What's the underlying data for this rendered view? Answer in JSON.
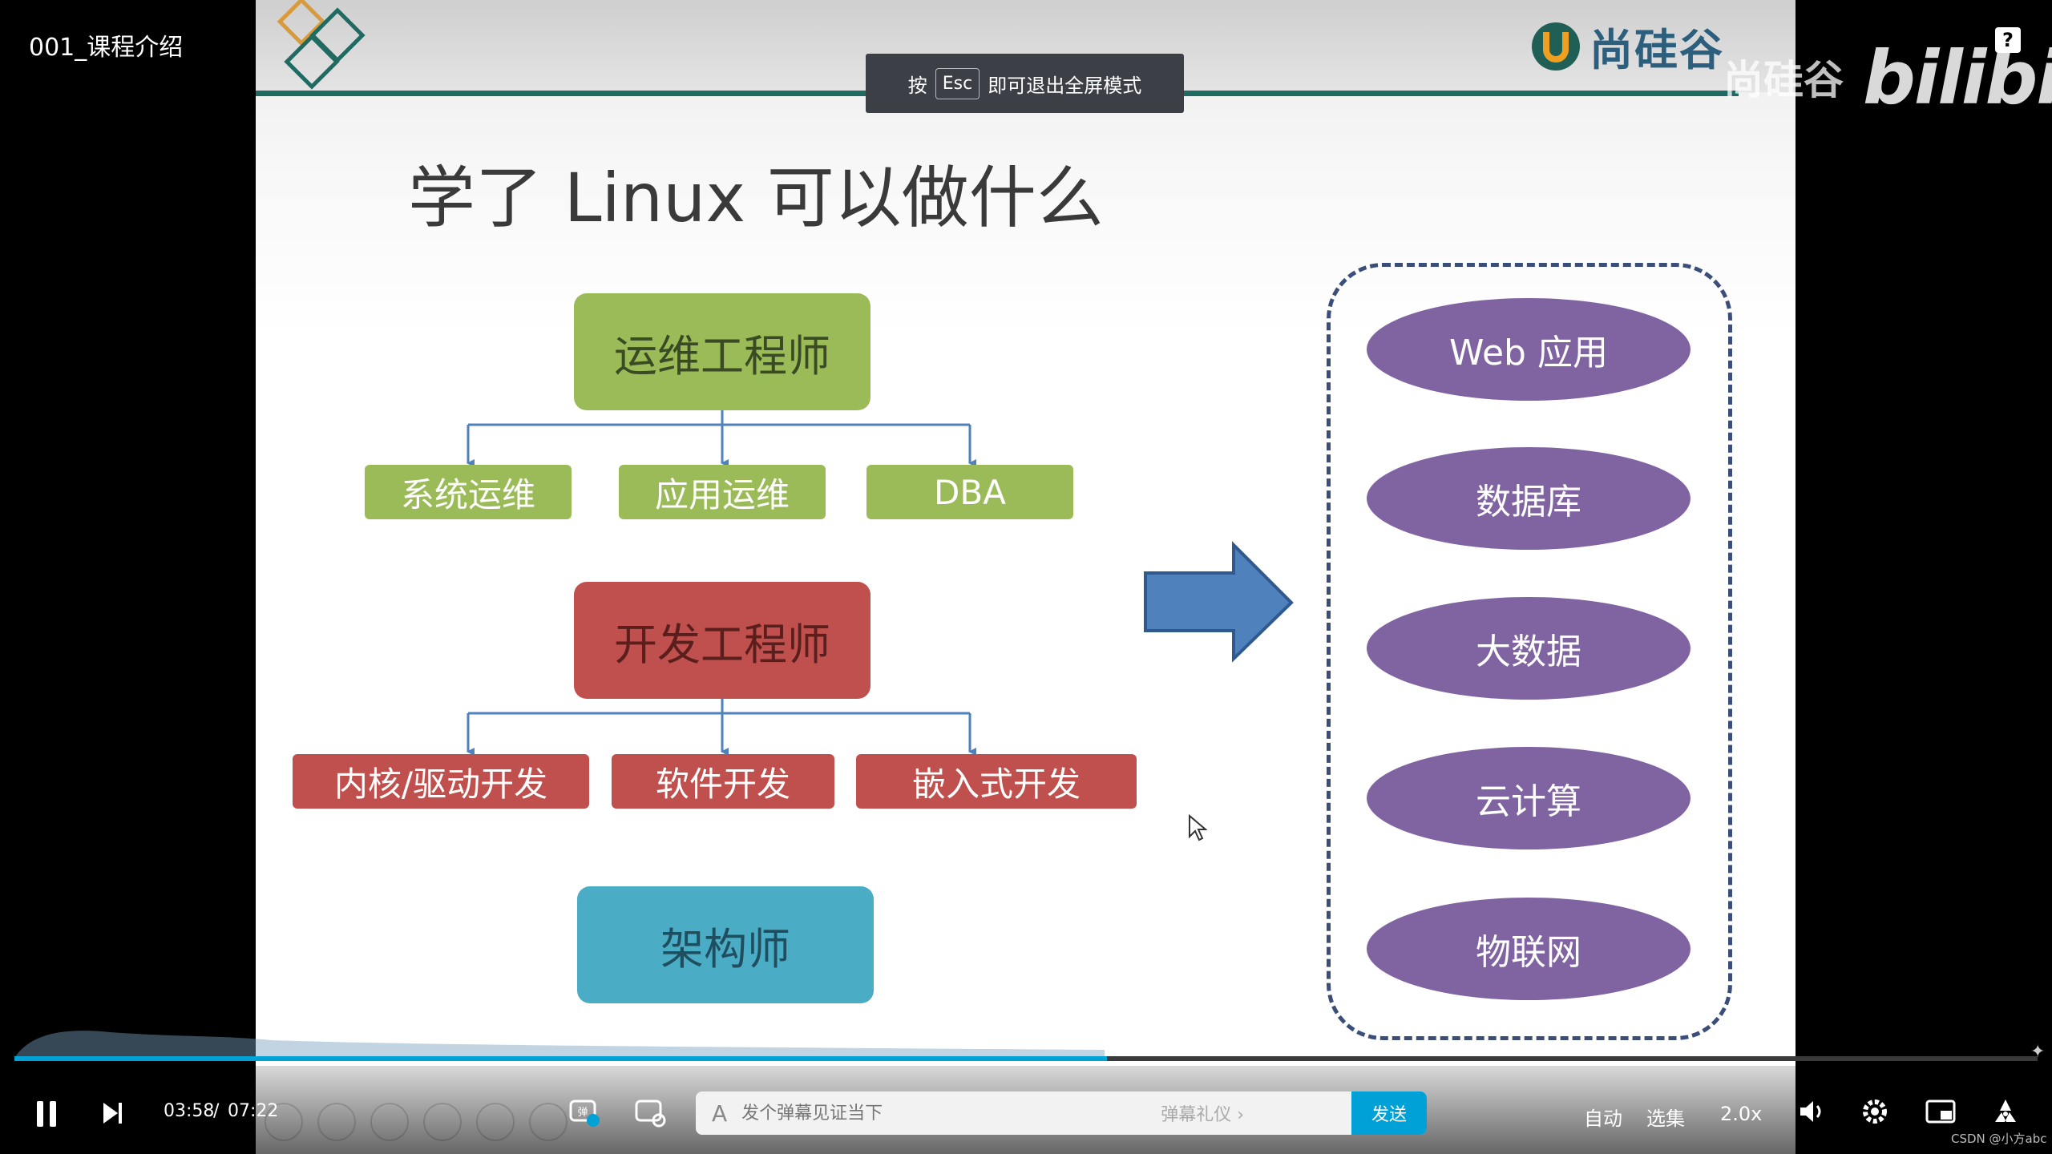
{
  "video": {
    "title": "001_课程介绍"
  },
  "toast": {
    "prefix": "按",
    "key": "Esc",
    "suffix": "即可退出全屏模式"
  },
  "watermark": {
    "partial": "尚硅谷",
    "bilibili": "bilibili",
    "help": "?"
  },
  "slide": {
    "brand": "尚硅谷",
    "heading": "学了 Linux 可以做什么",
    "ops": {
      "title": "运维工程师",
      "children": [
        "系统运维",
        "应用运维",
        "DBA"
      ]
    },
    "dev": {
      "title": "开发工程师",
      "children": [
        "内核/驱动开发",
        "软件开发",
        "嵌入式开发"
      ]
    },
    "architect": {
      "title": "架构师"
    },
    "fields": [
      "Web 应用",
      "数据库",
      "大数据",
      "云计算",
      "物联网"
    ],
    "colors": {
      "green": "#9bbb59",
      "red": "#c0504d",
      "blue": "#4bacc6",
      "purple": "#8064a2",
      "arrow": "#4f81bd"
    }
  },
  "player": {
    "progress": 0.54,
    "current_time": "03:58",
    "separator": "/",
    "total_time": "07:22",
    "danmaku_placeholder": "发个弹幕见证当下",
    "danmaku_etiquette": "弹幕礼仪 ›",
    "send": "发送",
    "auto": "自动",
    "episodes": "选集",
    "speed": "2.0x",
    "icons": [
      "pause-icon",
      "next-icon",
      "danmaku-toggle-icon",
      "danmaku-settings-icon",
      "volume-icon",
      "gear-icon",
      "pip-icon",
      "fullscreen-icon"
    ]
  },
  "footer": {
    "credit": "CSDN @小方abc"
  },
  "accent": "#00a1d6"
}
